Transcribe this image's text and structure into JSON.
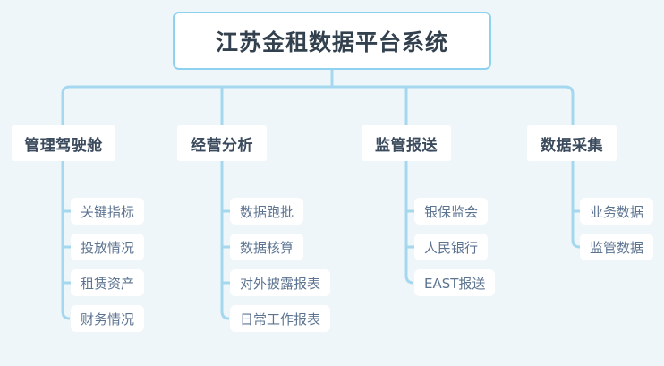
{
  "theme": {
    "background": "#eef6fa",
    "node_fill": "#ffffff",
    "connector": "#a5d8ee",
    "root_border": "#8ed2f0",
    "root_text": "#33414f",
    "branch_text": "#3b4b5d",
    "leaf_text": "#5d7491"
  },
  "chart_data": {
    "type": "tree",
    "orientation": "top-down-then-left-branching",
    "title": "江苏金租数据平台系统",
    "root": {
      "label": "江苏金租数据平台系统",
      "level": 1
    },
    "branches": [
      {
        "label": "管理驾驶舱",
        "level": 2,
        "children": [
          {
            "label": "关键指标"
          },
          {
            "label": "投放情况"
          },
          {
            "label": "租赁资产"
          },
          {
            "label": "财务情况"
          }
        ]
      },
      {
        "label": "经营分析",
        "level": 2,
        "children": [
          {
            "label": "数据跑批"
          },
          {
            "label": "数据核算"
          },
          {
            "label": "对外披露报表"
          },
          {
            "label": "日常工作报表"
          }
        ]
      },
      {
        "label": "监管报送",
        "level": 2,
        "children": [
          {
            "label": "银保监会"
          },
          {
            "label": "人民银行"
          },
          {
            "label": "EAST报送"
          }
        ]
      },
      {
        "label": "数据采集",
        "level": 2,
        "children": [
          {
            "label": "业务数据"
          },
          {
            "label": "监管数据"
          }
        ]
      }
    ],
    "counts": {
      "branches": 4,
      "leaves_total": 13
    }
  }
}
